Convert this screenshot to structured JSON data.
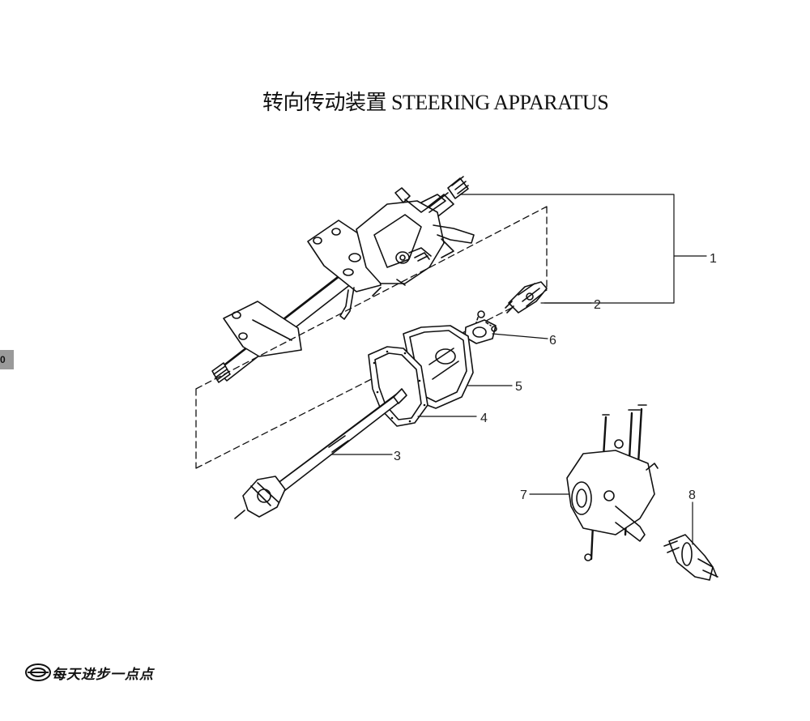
{
  "title": "转向传动装置 STEERING APPARATUS",
  "page_tab": "0",
  "callouts": [
    "1",
    "2",
    "3",
    "4",
    "5",
    "6",
    "7",
    "8"
  ],
  "footer": {
    "slogan": "每天进步一点点"
  }
}
